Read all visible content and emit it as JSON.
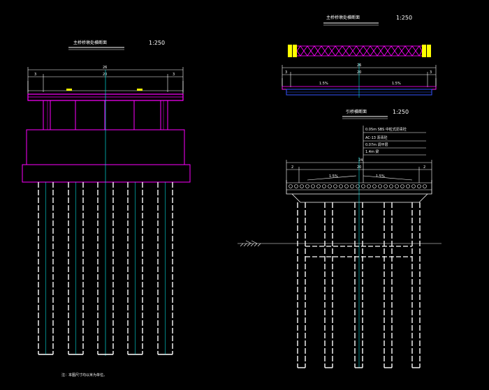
{
  "left_view": {
    "title": "主桥桥墩处横断面",
    "scale": "1:250",
    "dim_total": "26",
    "dim_left": "3",
    "dim_mid": "20",
    "dim_right": "3"
  },
  "top_right_view": {
    "title": "主桥桥墩处横断面",
    "scale": "1:250",
    "dim_total": "26",
    "dim_left": "3",
    "dim_mid": "20",
    "dim_right": "3",
    "slope_left": "1.5%",
    "slope_right": "1.5%"
  },
  "approach_view": {
    "title": "引桥横断面",
    "scale": "1:250",
    "layers": [
      "0.05m SBS 中粒式沥青砼",
      "AC-13 沥青砼",
      "0.07m 调平层",
      "1.4m 梁"
    ],
    "dim_total": "24",
    "dim_left": "2",
    "dim_mid": "20",
    "dim_right": "2",
    "slope_left": "1.5%",
    "slope_right": "1.5%"
  },
  "note": "注：本图尺寸均以米为单位。",
  "colors": {
    "background": "#000000",
    "line_white": "#ffffff",
    "magenta": "#ff00ff",
    "cyan": "#00ffff",
    "yellow": "#ffff00",
    "blue": "#3355ff"
  }
}
